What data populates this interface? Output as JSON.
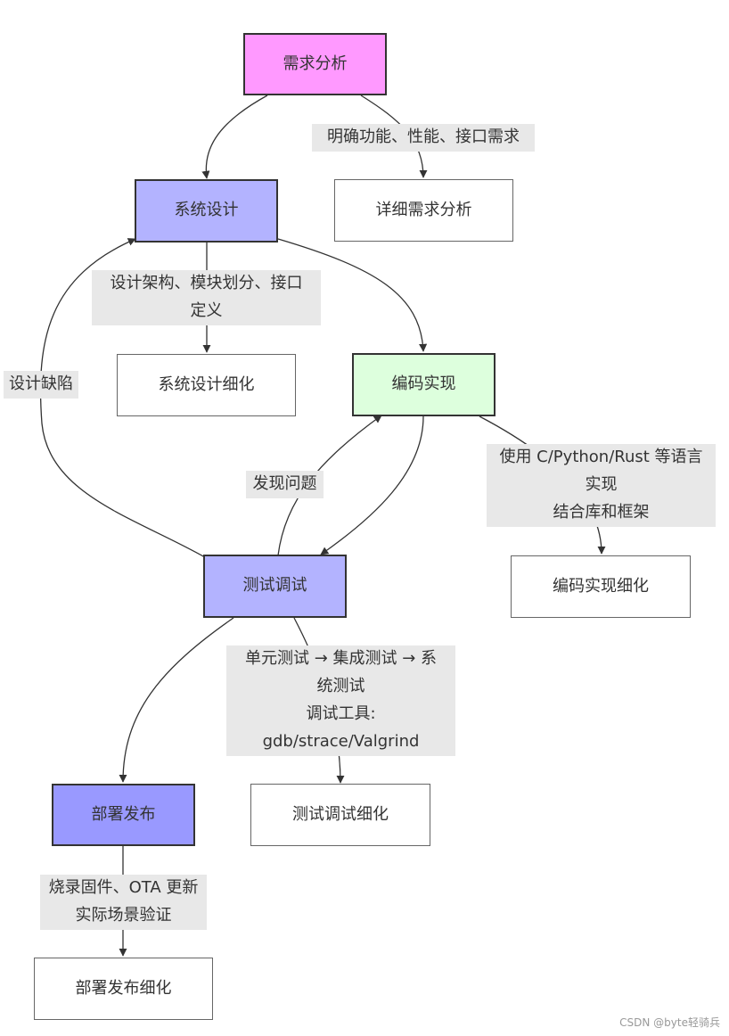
{
  "nodes": {
    "requirements": {
      "label": "需求分析",
      "color": "#ff99ff"
    },
    "requirements_detail": {
      "label": "详细需求分析"
    },
    "system_design": {
      "label": "系统设计",
      "color": "#b3b3ff"
    },
    "system_design_detail": {
      "label": "系统设计细化"
    },
    "coding": {
      "label": "编码实现",
      "color": "#ddffdd"
    },
    "coding_detail": {
      "label": "编码实现细化"
    },
    "testing": {
      "label": "测试调试",
      "color": "#b3b3ff"
    },
    "testing_detail": {
      "label": "测试调试细化"
    },
    "deployment": {
      "label": "部署发布",
      "color": "#9999ff"
    },
    "deployment_detail": {
      "label": "部署发布细化"
    }
  },
  "edge_labels": {
    "requirements_detail": [
      "明确功能、性能、接口需求"
    ],
    "system_design_detail": [
      "设计架构、模块划分、接口",
      "定义"
    ],
    "design_defect": [
      "设计缺陷"
    ],
    "found_issue": [
      "发现问题"
    ],
    "coding_detail": [
      "使用 C/Python/Rust 等语言",
      "实现",
      "结合库和框架"
    ],
    "testing_detail": [
      "单元测试 → 集成测试 → 系",
      "统测试",
      "调试工具:",
      "gdb/strace/Valgrind"
    ],
    "deployment_detail": [
      "烧录固件、OTA 更新",
      "实际场景验证"
    ]
  },
  "watermark": "CSDN @byte轻骑兵",
  "colors": {
    "edge": "#333333",
    "label_bg": "#e8e8e8",
    "text": "#333333"
  }
}
